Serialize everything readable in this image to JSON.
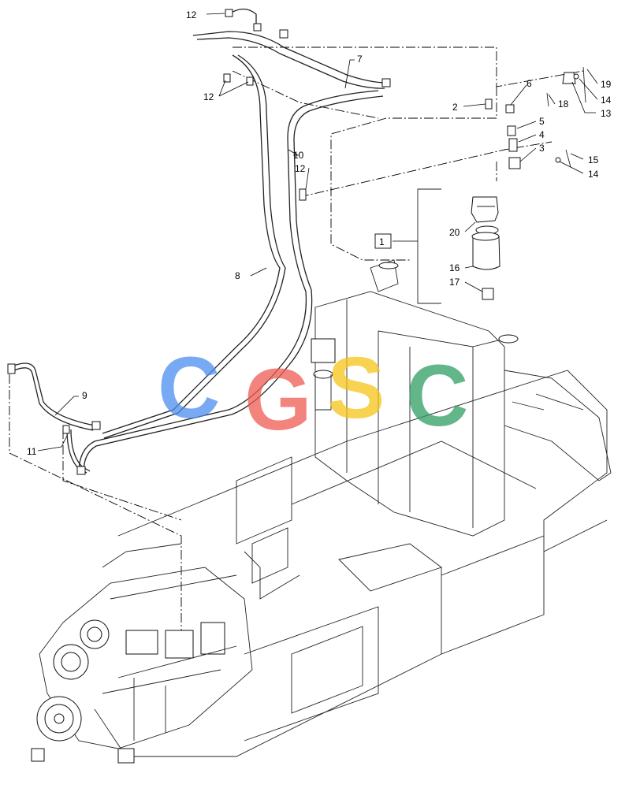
{
  "callouts": [
    {
      "id": "c1",
      "label": "1",
      "boxed": true
    },
    {
      "id": "c2",
      "label": "2"
    },
    {
      "id": "c3",
      "label": "3"
    },
    {
      "id": "c4",
      "label": "4"
    },
    {
      "id": "c5",
      "label": "5"
    },
    {
      "id": "c6",
      "label": "6"
    },
    {
      "id": "c7",
      "label": "7"
    },
    {
      "id": "c8",
      "label": "8"
    },
    {
      "id": "c9",
      "label": "9"
    },
    {
      "id": "c10",
      "label": "10"
    },
    {
      "id": "c11",
      "label": "11"
    },
    {
      "id": "c12a",
      "label": "12"
    },
    {
      "id": "c12b",
      "label": "12"
    },
    {
      "id": "c12c",
      "label": "12"
    },
    {
      "id": "c13",
      "label": "13"
    },
    {
      "id": "c14a",
      "label": "14"
    },
    {
      "id": "c14b",
      "label": "14"
    },
    {
      "id": "c15",
      "label": "15"
    },
    {
      "id": "c16",
      "label": "16"
    },
    {
      "id": "c17",
      "label": "17"
    },
    {
      "id": "c18",
      "label": "18"
    },
    {
      "id": "c19",
      "label": "19"
    },
    {
      "id": "c20",
      "label": "20"
    }
  ],
  "watermark": {
    "letters": [
      "C",
      "G",
      "S",
      "C"
    ],
    "colors": [
      "#4a8ef0",
      "#ee5a52",
      "#f5c518",
      "#2f9e64"
    ]
  }
}
